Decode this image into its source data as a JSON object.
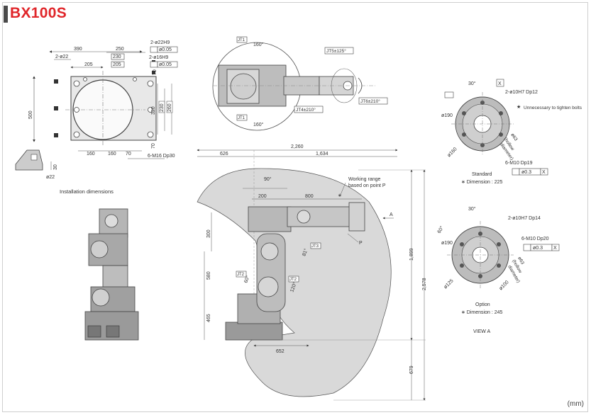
{
  "title": "BX100S",
  "unit": "(mm)",
  "installation": {
    "caption": "Installation dimensions",
    "d390": "390",
    "d250": "250",
    "d230": "230",
    "d205a": "205",
    "d205b": "205",
    "hole_22": "2-ø22",
    "hole_22h9": "2-ø22H9",
    "tol1": "ø0.05",
    "hole_16h9": "2-ø16H9",
    "tol2": "ø0.05",
    "d500": "500",
    "d320": "320",
    "d230v": "230",
    "d260": "260",
    "d70a": "70",
    "d70b": "70",
    "d160a": "160",
    "d160b": "160",
    "d70c": "70",
    "m16": "6-M16 Dp30",
    "d30": "30",
    "d22": "ø22"
  },
  "top_view": {
    "j1": "JT1",
    "a160a": "160°",
    "a160b": "160°",
    "j5": "JT5±125°",
    "j4": "JT4±210°",
    "j6": "JT6±210°",
    "j1b": "JT1"
  },
  "side_view": {
    "d2260": "2,260",
    "d626": "626",
    "d1634": "1,634",
    "d90": "90°",
    "working_range": "Working range",
    "based_on": "based on point P",
    "d200": "200",
    "d800": "800",
    "d300": "300",
    "d580": "580",
    "d465": "465",
    "d652": "652",
    "d1899": "1,899",
    "d2578": "2,578",
    "d679": "679",
    "a_label": "A",
    "p_label": "P",
    "jt2": "JT2",
    "jt3": "JT3",
    "jt2b": "JT2",
    "a81": "81°",
    "a60": "60°",
    "a120": "120°"
  },
  "standard": {
    "x": "X",
    "a30": "30°",
    "pin": "2-ø10H7 Dp12",
    "star_note": "Unnecessary to tighten bolts",
    "d190": "ø190",
    "d63": "ø63",
    "hollow": "(hollow",
    "diam": "diameter)",
    "d160": "ø160",
    "m10": "6-M10 Dp19",
    "tol": "ø0.3",
    "x2": "X",
    "label": "Standard",
    "dim": "∗ Dimension : 225"
  },
  "option": {
    "a30": "30°",
    "a60": "60°",
    "pin": "2-ø10H7 Dp14",
    "m10": "6-M10 Dp20",
    "tol": "ø0.3",
    "x": "X",
    "d190": "ø190",
    "d63": "ø63",
    "hollow": "(hollow",
    "diam": "diameter)",
    "d125": "ø125",
    "d100": "ø100",
    "label": "Option",
    "dim": "∗ Dimension : 245",
    "view": "VIEW A"
  }
}
